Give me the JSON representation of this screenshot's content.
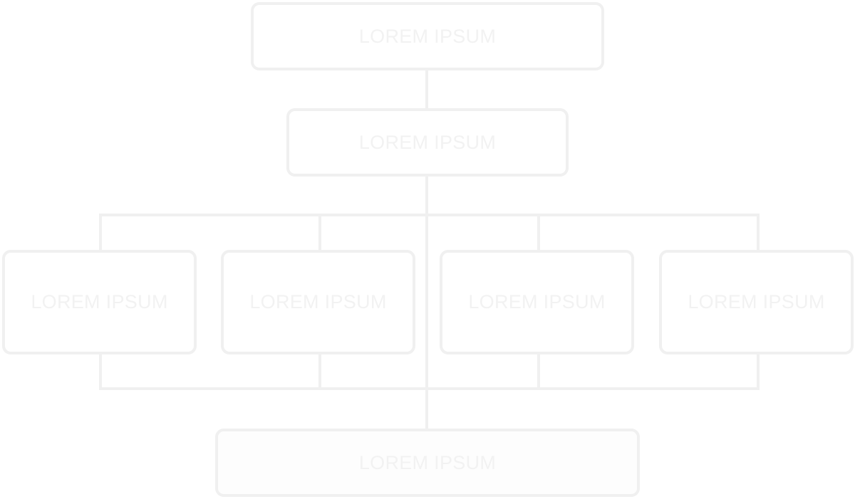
{
  "diagram": {
    "top_box": "LOREM IPSUM",
    "second_box": "LOREM IPSUM",
    "children": [
      "LOREM IPSUM",
      "LOREM IPSUM",
      "LOREM IPSUM",
      "LOREM IPSUM"
    ],
    "bottom_box": "LOREM IPSUM"
  },
  "colors": {
    "border": "#f0f0f0",
    "text": "#f2f2f2",
    "background": "#ffffff"
  }
}
